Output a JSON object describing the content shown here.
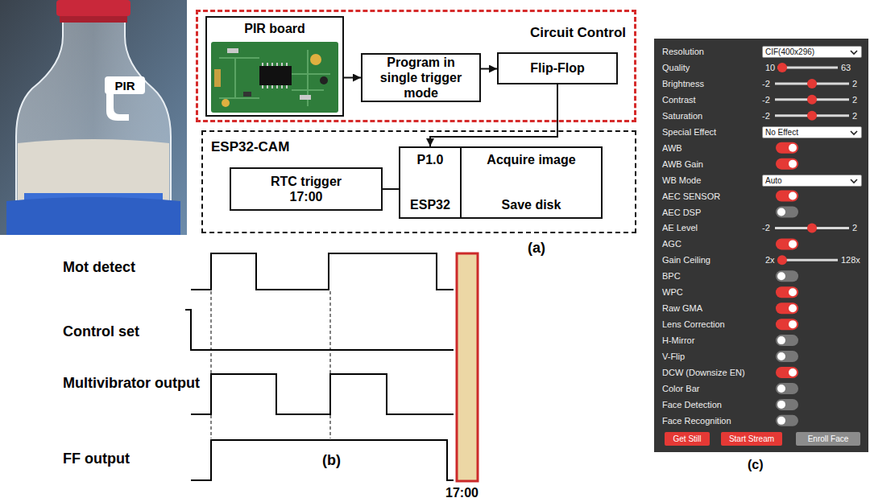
{
  "diagram": {
    "nodes": [
      {
        "text": [
          "PIR"
        ]
      },
      {
        "text": [
          "Circuit Control"
        ]
      },
      {
        "text": [
          "PIR board"
        ],
        "in": 1
      },
      {
        "text": [
          "Program in single trigger mode"
        ],
        "in": 1
      },
      {
        "text": [
          "Flip-Flop"
        ],
        "in": 1
      },
      {
        "text": [
          "ESP32-CAM"
        ]
      },
      {
        "text": [
          "RTC trigger 17:00"
        ],
        "in": 5
      },
      {
        "text": [
          "P1.0",
          "ESP32"
        ],
        "in": 5
      },
      {
        "text": [
          "Acquire image",
          "Save disk"
        ],
        "in": 5
      },
      {
        "text": [
          "CIF(400x296)"
        ]
      },
      {
        "text": [
          "No Effect"
        ]
      },
      {
        "text": [
          "Auto"
        ]
      },
      {
        "text": [
          "Get Still"
        ]
      },
      {
        "text": [
          "Start Stream"
        ]
      },
      {
        "text": [
          "Enroll Face"
        ]
      }
    ],
    "edges": [
      {
        "from": 2,
        "to": 3,
        "arrow": "to"
      },
      {
        "from": 3,
        "to": 4,
        "arrow": "to"
      },
      {
        "from": 4,
        "to": 7,
        "arrow": "to"
      },
      {
        "from": 6,
        "to": 7,
        "arrow": "none"
      }
    ],
    "labels": [
      "(a)",
      "Mot detect",
      "Control set",
      "Multivibrator output",
      "FF output",
      "(b)",
      "17:00",
      "(c)",
      "Resolution",
      "Quality",
      "10",
      "63",
      "Brightness",
      "-2",
      "2",
      "Contrast",
      "-2",
      "2",
      "Saturation",
      "-2",
      "2",
      "Special Effect",
      "AWB",
      "AWB Gain",
      "WB Mode",
      "AEC SENSOR",
      "AEC DSP",
      "AE Level",
      "-2",
      "2",
      "AGC",
      "Gain Ceiling",
      "2x",
      "128x",
      "BPC",
      "WPC",
      "Raw GMA",
      "Lens Correction",
      "H-Mirror",
      "V-Flip",
      "DCW (Downsize EN)",
      "Color Bar",
      "Face Detection",
      "Face Recognition"
    ]
  }
}
